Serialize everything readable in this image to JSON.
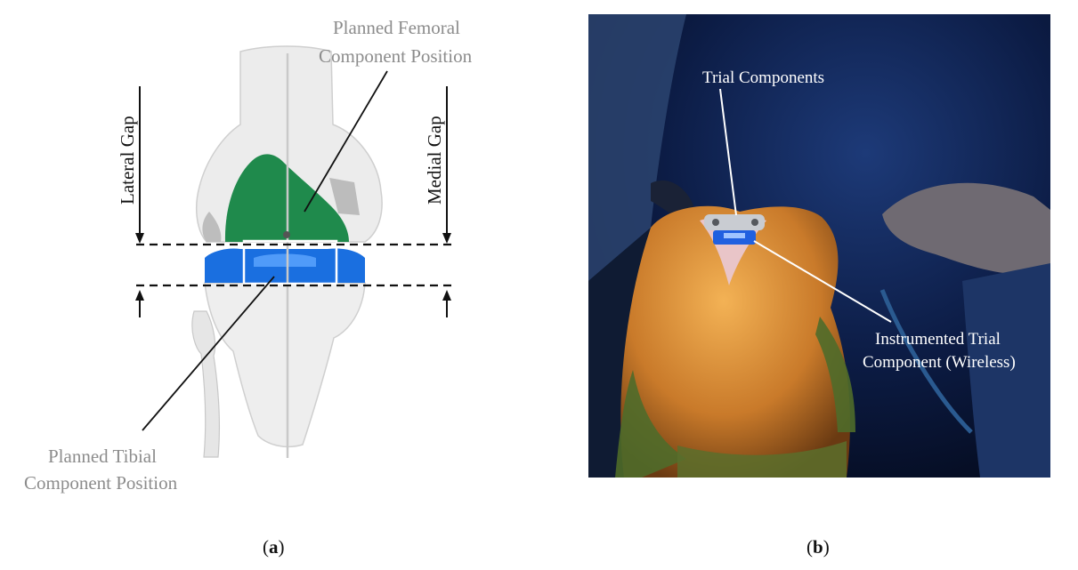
{
  "panel_a": {
    "femoral_label_line1": "Planned Femoral",
    "femoral_label_line2": "Component Position",
    "tibial_label_line1": "Planned Tibial",
    "tibial_label_line2": "Component Position",
    "lateral_gap": "Lateral Gap",
    "medial_gap": "Medial Gap",
    "caption_open": "(",
    "caption_letter": "a",
    "caption_close": ")"
  },
  "panel_b": {
    "trial_label": "Trial Components",
    "instr_label_line1": "Instrumented Trial",
    "instr_label_line2": "Component (Wireless)",
    "caption_open": "(",
    "caption_letter": "b",
    "caption_close": ")"
  },
  "colors": {
    "bone": "#ededed",
    "femoral_component": "#1f8a4c",
    "tibial_component": "#1a6fe0",
    "photo_background": "#0a1530",
    "skin": "#d9903a"
  }
}
